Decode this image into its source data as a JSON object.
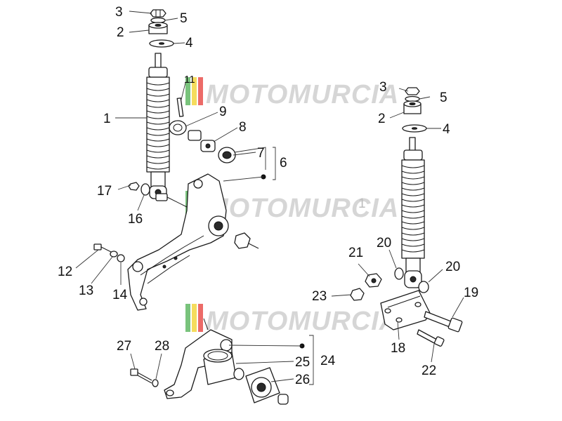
{
  "watermark": {
    "text": "MOTOMURCIA",
    "colors": [
      "#4caf50",
      "#f2d027",
      "#e53935"
    ]
  },
  "callouts": [
    {
      "id": "c3a",
      "text": "3"
    },
    {
      "id": "c5a",
      "text": "5"
    },
    {
      "id": "c2a",
      "text": "2"
    },
    {
      "id": "c4a",
      "text": "4"
    },
    {
      "id": "c11",
      "text": "11"
    },
    {
      "id": "c1a",
      "text": "1"
    },
    {
      "id": "c9",
      "text": "9"
    },
    {
      "id": "c8",
      "text": "8"
    },
    {
      "id": "c7",
      "text": "7"
    },
    {
      "id": "c6",
      "text": "6"
    },
    {
      "id": "c17",
      "text": "17"
    },
    {
      "id": "c16",
      "text": "16"
    },
    {
      "id": "c1b",
      "text": "1"
    },
    {
      "id": "c12",
      "text": "12"
    },
    {
      "id": "c13",
      "text": "13"
    },
    {
      "id": "c14",
      "text": "14"
    },
    {
      "id": "c3b",
      "text": "3"
    },
    {
      "id": "c5b",
      "text": "5"
    },
    {
      "id": "c2b",
      "text": "2"
    },
    {
      "id": "c4b",
      "text": "4"
    },
    {
      "id": "c21",
      "text": "21"
    },
    {
      "id": "c20a",
      "text": "20"
    },
    {
      "id": "c20b",
      "text": "20"
    },
    {
      "id": "c19",
      "text": "19"
    },
    {
      "id": "c23",
      "text": "23"
    },
    {
      "id": "c18",
      "text": "18"
    },
    {
      "id": "c22",
      "text": "22"
    },
    {
      "id": "c27",
      "text": "27"
    },
    {
      "id": "c28",
      "text": "28"
    },
    {
      "id": "c25",
      "text": "25"
    },
    {
      "id": "c24",
      "text": "24"
    },
    {
      "id": "c26",
      "text": "26"
    }
  ]
}
